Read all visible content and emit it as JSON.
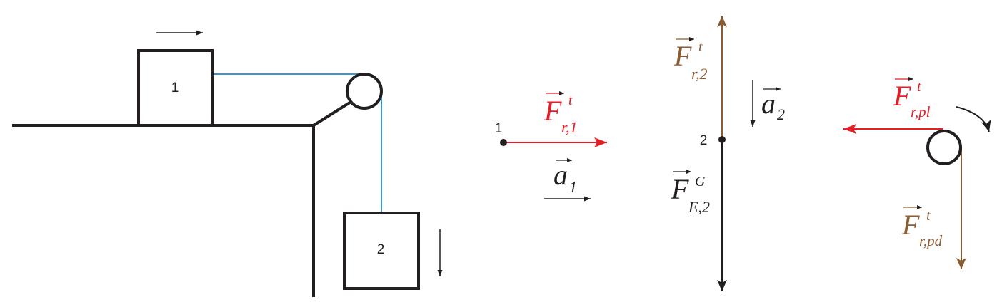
{
  "colors": {
    "black": "#231f20",
    "rope": "#3c97d1",
    "red": "#e41e26",
    "brown": "#8b5b32"
  },
  "setup": {
    "block1_label": "1",
    "block2_label": "2"
  },
  "body1": {
    "point_label": "1",
    "force_symbol": "F",
    "force_sup": "t",
    "force_sub": "r,1",
    "accel_symbol": "a",
    "accel_sub": "1"
  },
  "body2": {
    "point_label": "2",
    "tension_symbol": "F",
    "tension_sup": "t",
    "tension_sub": "r,2",
    "accel_symbol": "a",
    "accel_sub": "2",
    "gravity_symbol": "F",
    "gravity_sup": "G",
    "gravity_sub": "E,2"
  },
  "pulley": {
    "left_force_symbol": "F",
    "left_force_sup": "t",
    "left_force_sub": "r,pl",
    "down_force_symbol": "F",
    "down_force_sup": "t",
    "down_force_sub": "r,pd"
  }
}
